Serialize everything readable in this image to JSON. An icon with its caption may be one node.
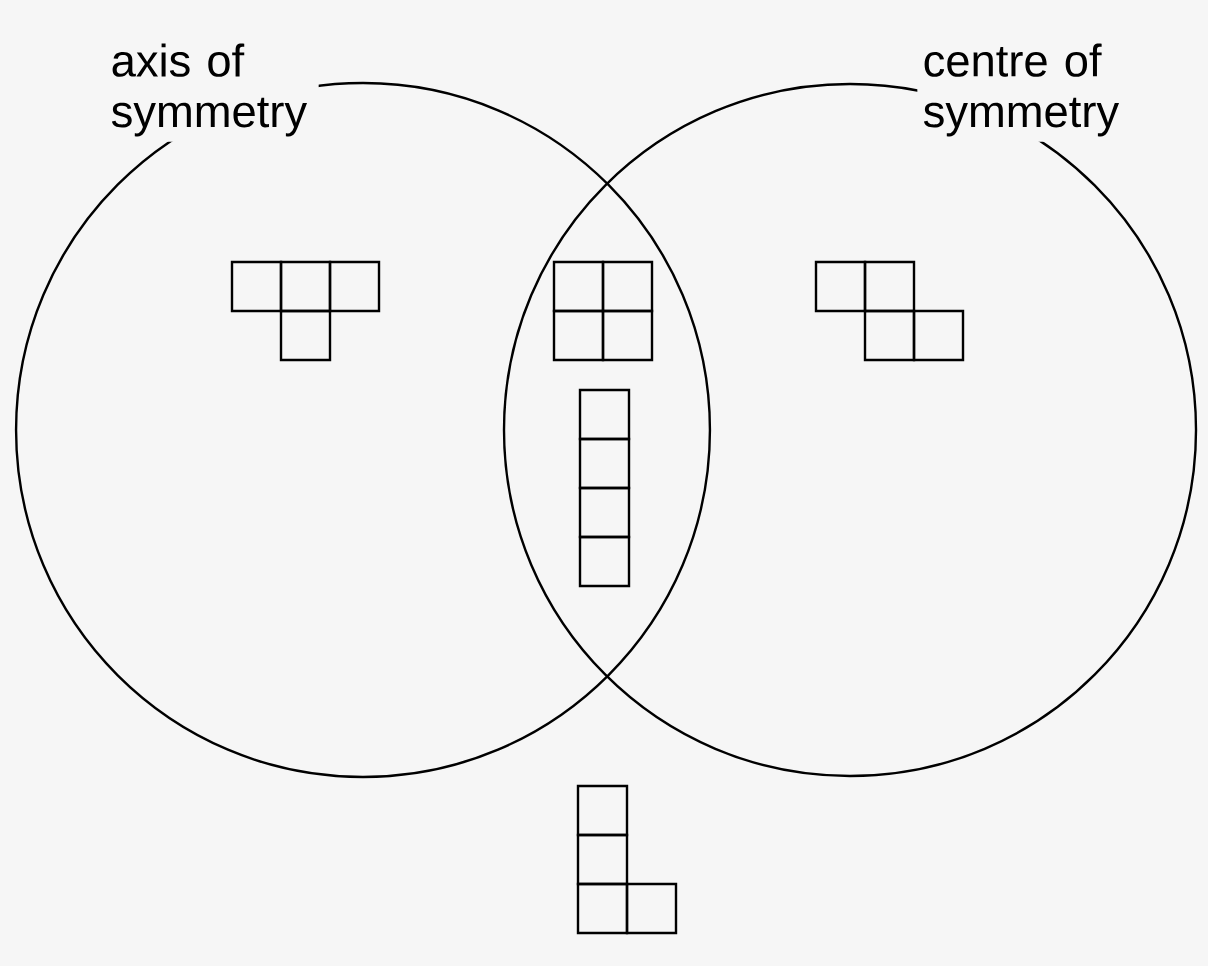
{
  "diagram": {
    "nodes": [
      {
        "text": [
          "axis of symmetry"
        ]
      },
      {
        "text": [
          "centre of symmetry"
        ]
      },
      {
        "text": [],
        "shape": "picture",
        "in": 0
      },
      {
        "text": [],
        "shape": "picture"
      },
      {
        "text": [],
        "shape": "picture"
      },
      {
        "text": [],
        "shape": "picture",
        "in": 1
      },
      {
        "text": [],
        "shape": "picture"
      }
    ]
  }
}
